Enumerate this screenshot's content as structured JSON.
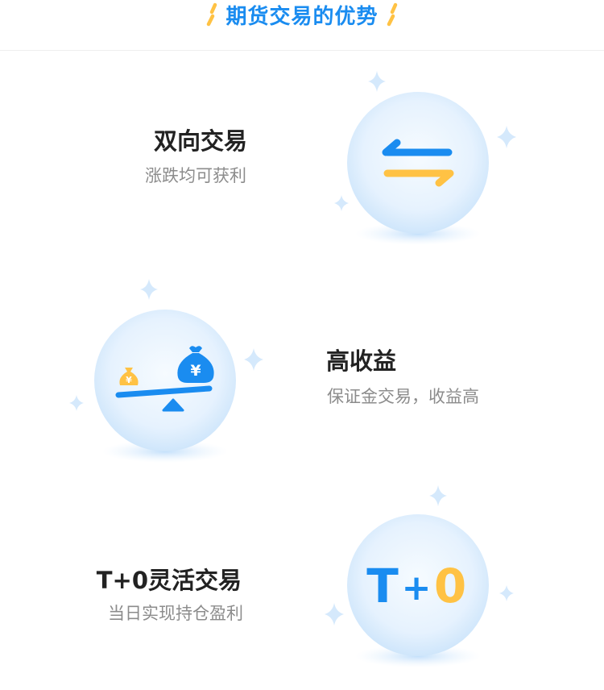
{
  "header": {
    "title": "期货交易的优势"
  },
  "features": [
    {
      "title": "双向交易",
      "subtitle": "涨跌均可获利",
      "icon": "exchange-arrows-icon"
    },
    {
      "title": "高收益",
      "subtitle": "保证金交易，收益高",
      "icon": "money-balance-icon"
    },
    {
      "title": "T+0灵活交易",
      "subtitle": "当日实现持仓盈利",
      "icon": "t-plus-zero-icon"
    }
  ],
  "icons": {
    "money_symbol": "¥",
    "tplus_t": "T",
    "tplus_plus": "+",
    "tplus_zero": "0"
  },
  "colors": {
    "primary_blue": "#1a8cf0",
    "accent_yellow": "#ffc244",
    "bubble_light": "#e8f3ff",
    "sparkle": "#cfe6fb"
  }
}
